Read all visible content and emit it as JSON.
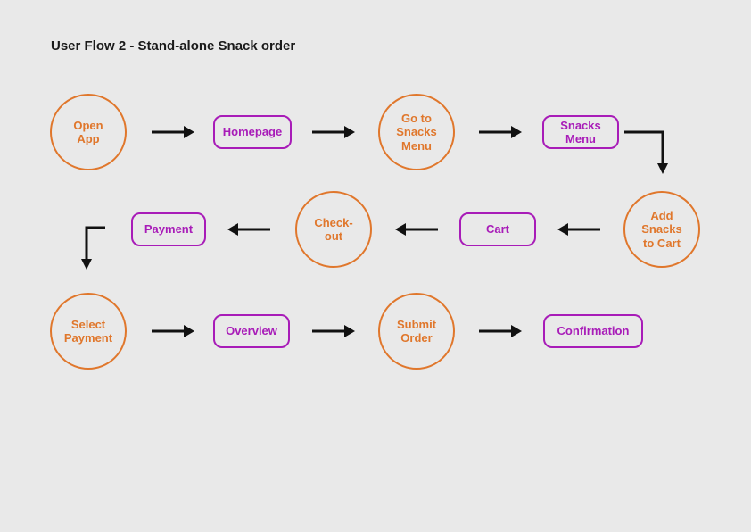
{
  "title": "User Flow 2 - Stand-alone Snack order",
  "colors": {
    "background": "#e9e9e9",
    "circle_stroke": "#e0772c",
    "circle_text": "#e0772c",
    "rect_stroke": "#a81cb8",
    "rect_text": "#a81cb8",
    "arrow": "#111111"
  },
  "nodes": [
    {
      "id": "open-app",
      "type": "circle",
      "label": "Open\nApp"
    },
    {
      "id": "homepage",
      "type": "pill",
      "label": "Homepage"
    },
    {
      "id": "go-to-snacks-menu",
      "type": "circle",
      "label": "Go to\nSnacks\nMenu"
    },
    {
      "id": "snacks-menu",
      "type": "pill",
      "label": "Snacks\nMenu"
    },
    {
      "id": "add-snacks-to-cart",
      "type": "circle",
      "label": "Add\nSnacks\nto Cart"
    },
    {
      "id": "cart",
      "type": "pill",
      "label": "Cart"
    },
    {
      "id": "check-out",
      "type": "circle",
      "label": "Check-\nout"
    },
    {
      "id": "payment",
      "type": "pill",
      "label": "Payment"
    },
    {
      "id": "select-payment",
      "type": "circle",
      "label": "Select\nPayment"
    },
    {
      "id": "overview",
      "type": "pill",
      "label": "Overview"
    },
    {
      "id": "submit-order",
      "type": "circle",
      "label": "Submit\nOrder"
    },
    {
      "id": "confirmation",
      "type": "pill",
      "label": "Confirmation"
    }
  ],
  "edges": [
    {
      "from": "open-app",
      "to": "homepage",
      "direction": "right"
    },
    {
      "from": "homepage",
      "to": "go-to-snacks-menu",
      "direction": "right"
    },
    {
      "from": "go-to-snacks-menu",
      "to": "snacks-menu",
      "direction": "right"
    },
    {
      "from": "snacks-menu",
      "to": "add-snacks-to-cart",
      "direction": "elbow-down"
    },
    {
      "from": "add-snacks-to-cart",
      "to": "cart",
      "direction": "left"
    },
    {
      "from": "cart",
      "to": "check-out",
      "direction": "left"
    },
    {
      "from": "check-out",
      "to": "payment",
      "direction": "left"
    },
    {
      "from": "payment",
      "to": "select-payment",
      "direction": "elbow-down"
    },
    {
      "from": "select-payment",
      "to": "overview",
      "direction": "right"
    },
    {
      "from": "overview",
      "to": "submit-order",
      "direction": "right"
    },
    {
      "from": "submit-order",
      "to": "confirmation",
      "direction": "right"
    }
  ]
}
